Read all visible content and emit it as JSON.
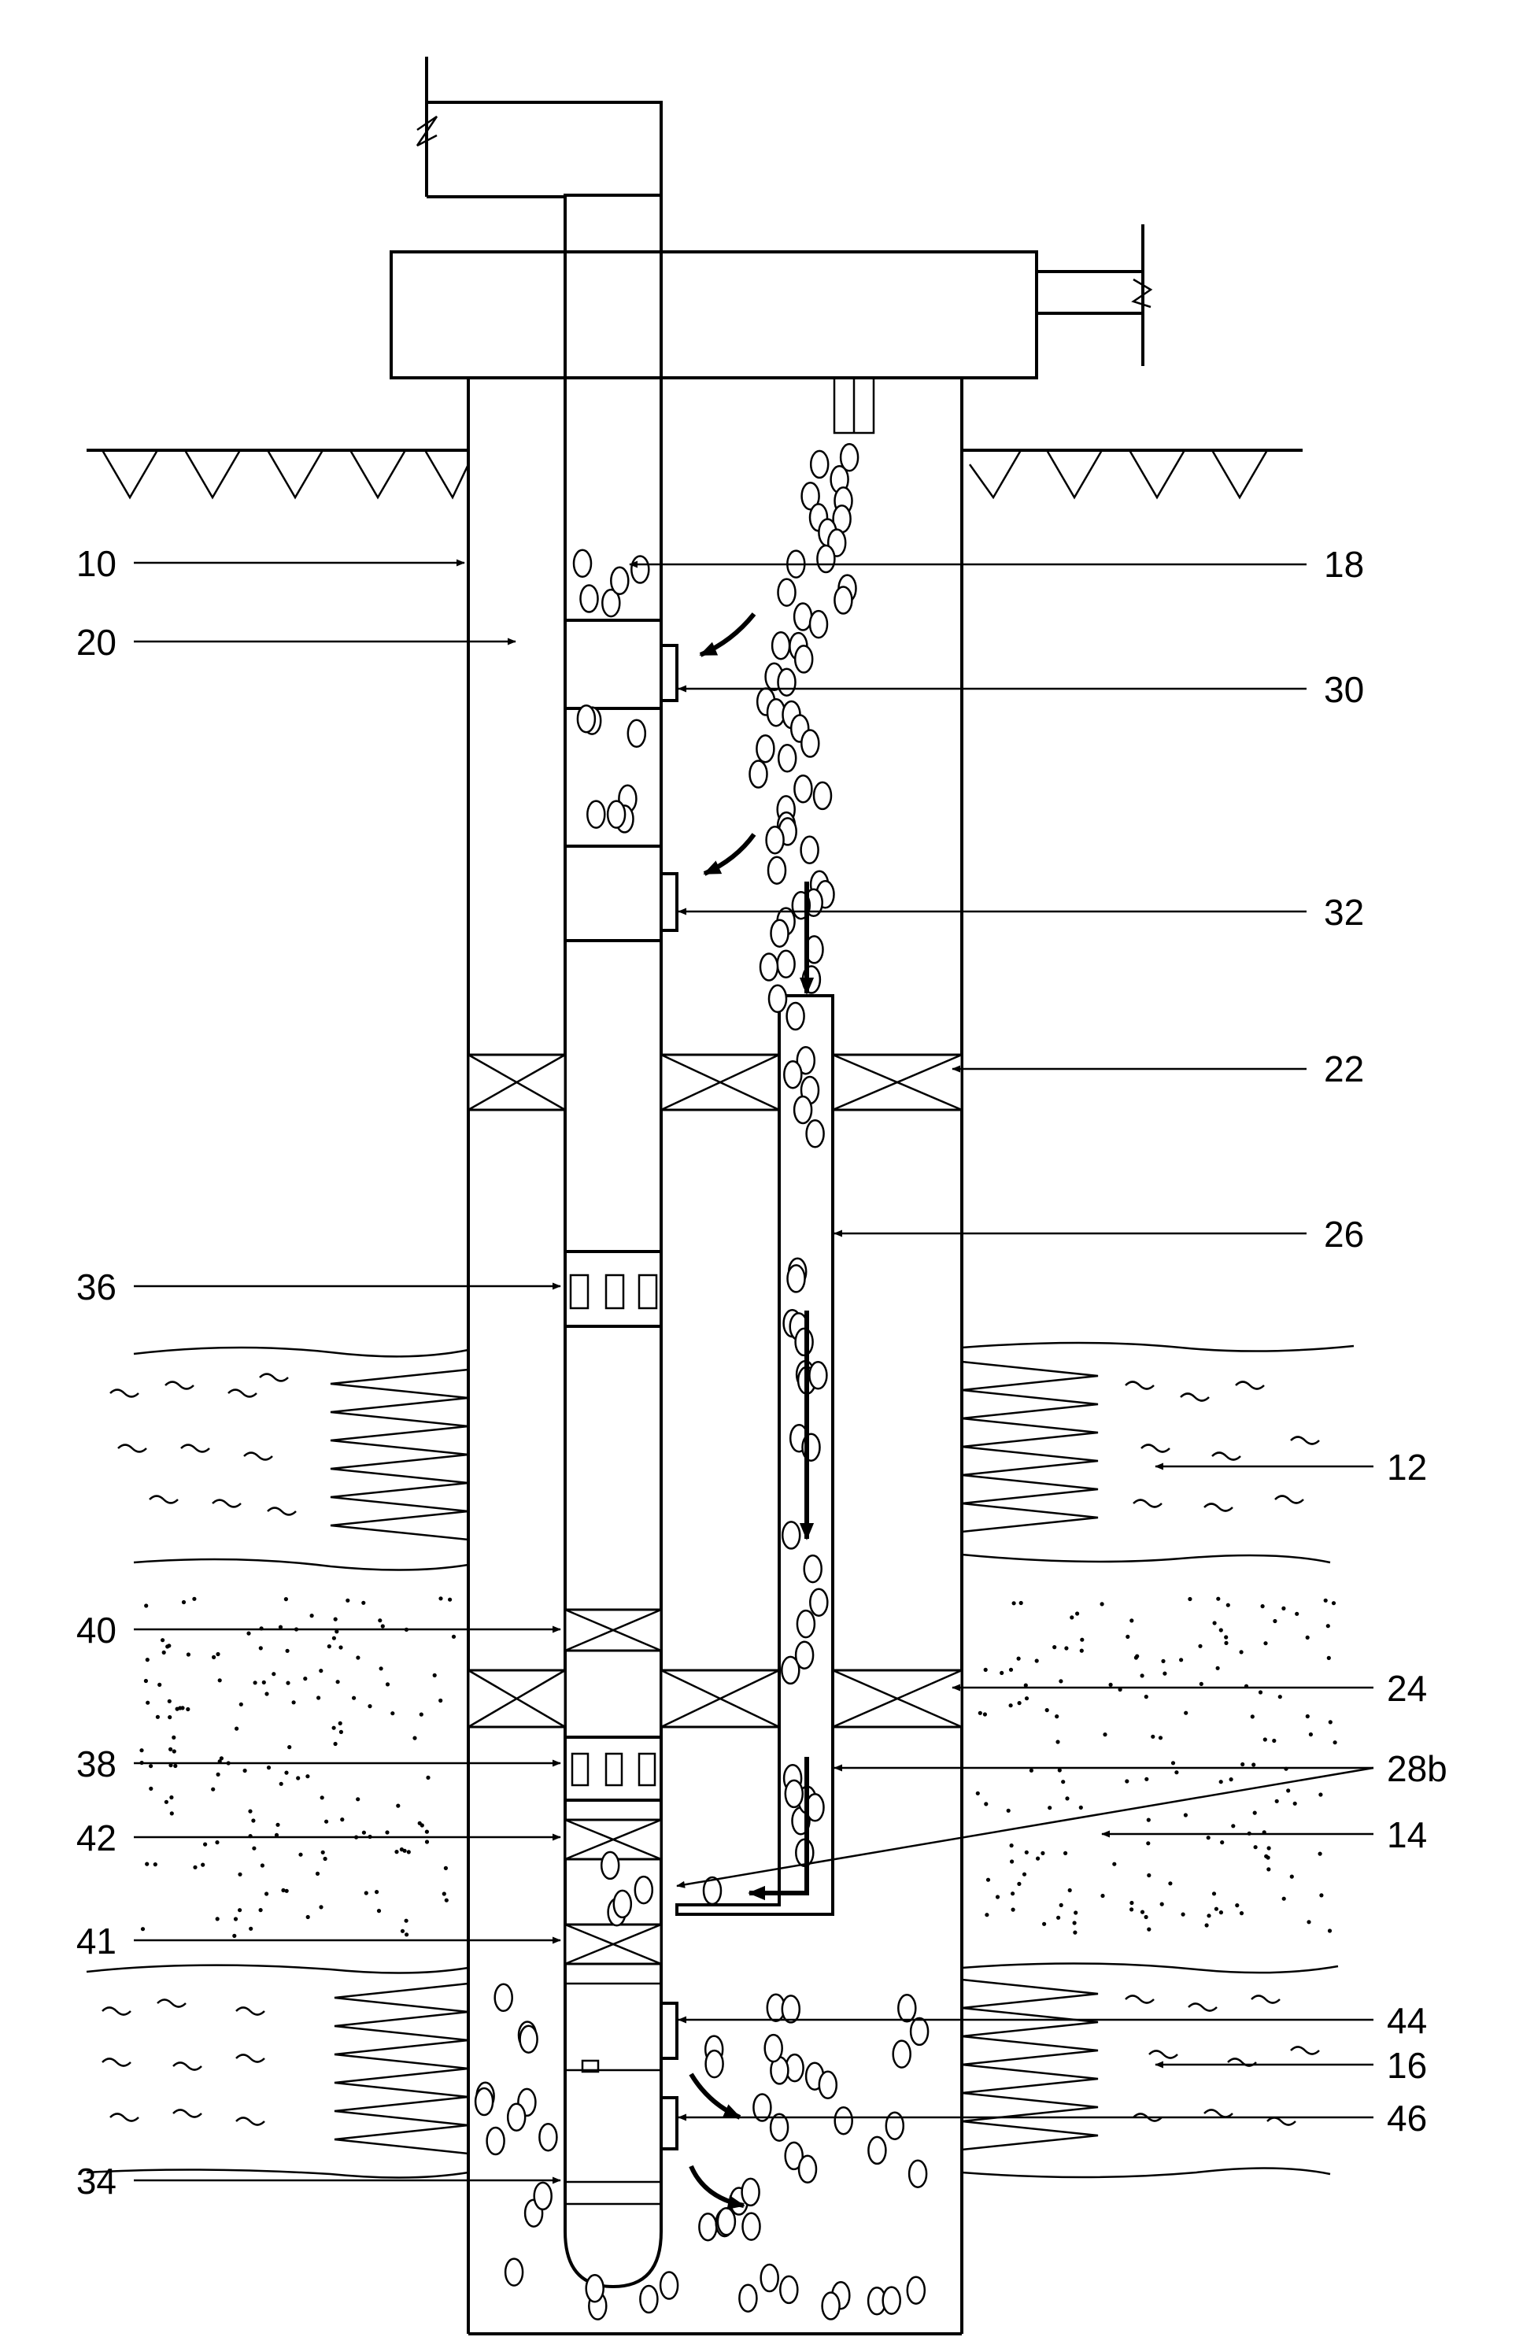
{
  "figure": {
    "background": "#ffffff",
    "ink": "#000000",
    "labels": {
      "l10": "10",
      "l20": "20",
      "l18": "18",
      "l30": "30",
      "l32": "32",
      "l22": "22",
      "l26": "26",
      "l36": "36",
      "l12": "12",
      "l40": "40",
      "l24": "24",
      "l38": "38",
      "l28b": "28b",
      "l42": "42",
      "l14": "14",
      "l41": "41",
      "l44": "44",
      "l16": "16",
      "l46": "46",
      "l34": "34"
    }
  }
}
